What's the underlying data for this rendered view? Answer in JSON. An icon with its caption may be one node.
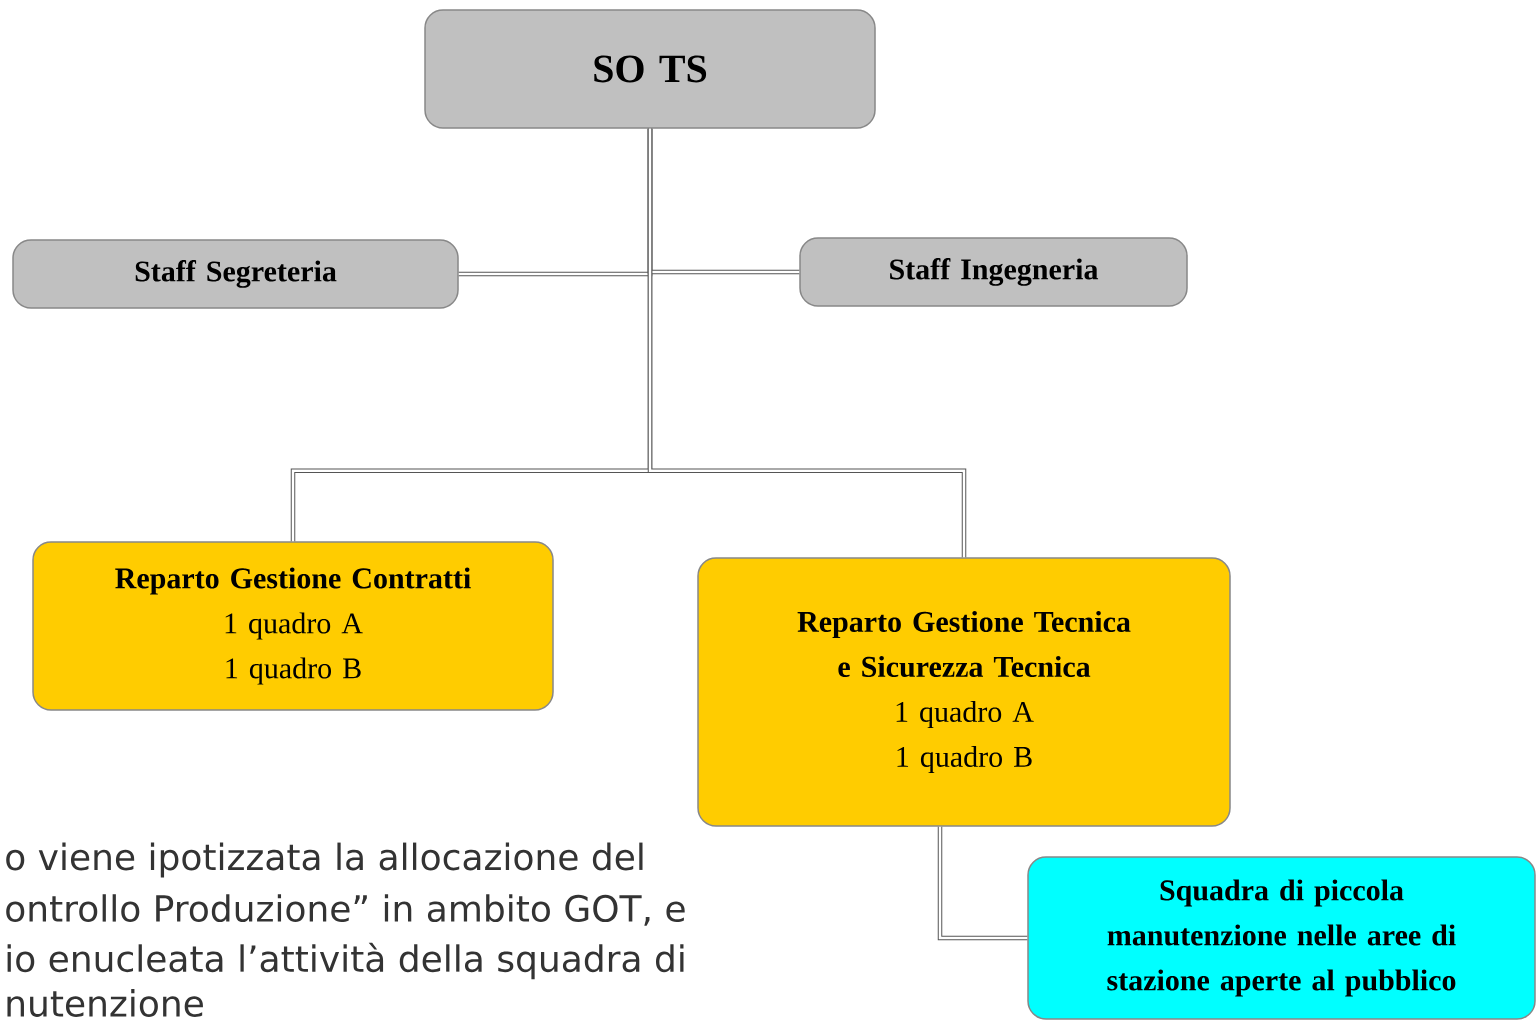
{
  "diagram": {
    "nodes": [
      {
        "text": [
          "SO TS"
        ]
      },
      {
        "text": [
          "Staff Segreteria"
        ]
      },
      {
        "text": [
          "Staff Ingegneria"
        ]
      },
      {
        "text": [
          "Reparto Gestione Contratti",
          "1 quadro A",
          "1 quadro B"
        ]
      },
      {
        "text": [
          "Reparto Gestione Tecnica e Sicurezza Tecnica",
          "1 quadro A",
          "1 quadro B"
        ]
      },
      {
        "text": [
          "Squadra di piccola manutenzione nelle aree di stazione aperte al pubblico"
        ]
      }
    ],
    "edges": [
      {
        "from": 0,
        "to": 1,
        "arrow": "none"
      },
      {
        "from": 0,
        "to": 2,
        "arrow": "none"
      },
      {
        "from": 0,
        "to": 3,
        "arrow": "none"
      },
      {
        "from": 0,
        "to": 4,
        "arrow": "none"
      },
      {
        "from": 4,
        "to": 5,
        "arrow": "none"
      }
    ],
    "labels": [
      "o viene ipotizzata la allocazione del",
      "ontrollo Produzione” in ambito GOT, e",
      "io enucleata l’attività della squadra di",
      "nutenzione"
    ]
  }
}
